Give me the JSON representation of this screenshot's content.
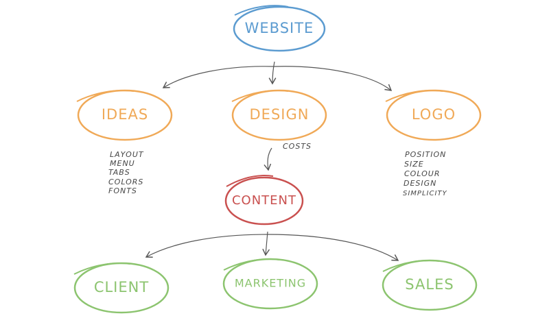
{
  "colors": {
    "website": "#5b9bd0",
    "ideas": "#f0a957",
    "content": "#c9504f",
    "client": "#8cc46f",
    "arrow": "#555555"
  },
  "nodes": {
    "website": "WEBSITE",
    "ideas": "IDEAS",
    "design": "DESIGN",
    "logo": "LOGO",
    "content": "CONTENT",
    "client": "CLIENT",
    "marketing": "MARKETING",
    "sales": "SALES"
  },
  "edge_labels": {
    "costs": "COSTS"
  },
  "ideas_notes": [
    "LAYOUT",
    "MENU",
    "TABS",
    "COLORS",
    "FONTS"
  ],
  "logo_notes": [
    "POSITION",
    "SIZE",
    "COLOUR",
    "DESIGN",
    "SIMPLICITY"
  ]
}
